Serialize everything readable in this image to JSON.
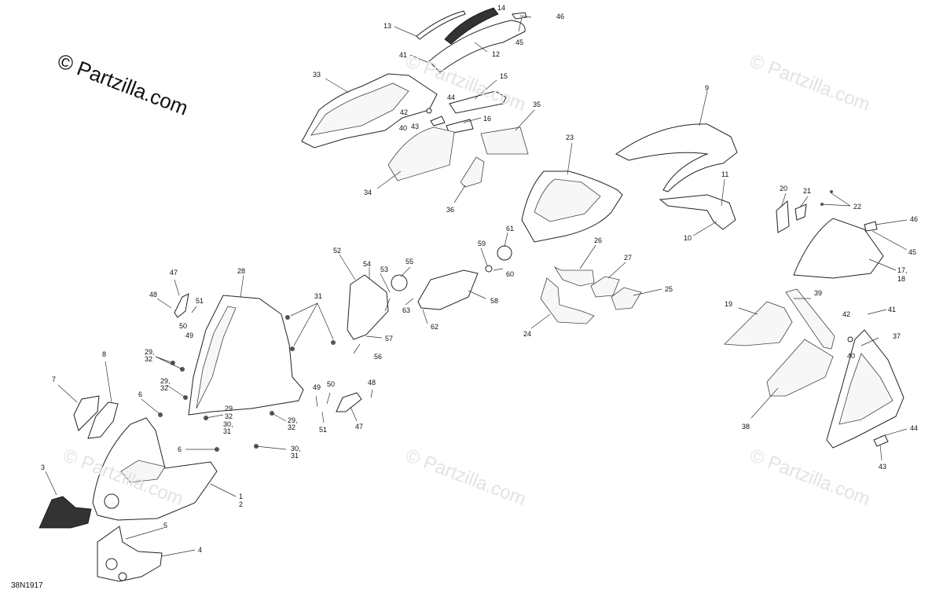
{
  "copyright": "© Partzilla.com",
  "watermark": "© Partzilla.com",
  "diagram_code": "38N1917",
  "callouts": {
    "c1": "1",
    "c2": "2",
    "c3": "3",
    "c4": "4",
    "c5": "5",
    "c6": "6",
    "c7": "7",
    "c8": "8",
    "c9": "9",
    "c10": "10",
    "c11": "11",
    "c12": "12",
    "c13": "13",
    "c14": "14",
    "c15": "15",
    "c16": "16",
    "c17": "17,",
    "c18": "18",
    "c19": "19",
    "c20": "20",
    "c21": "21",
    "c22": "22",
    "c23": "23",
    "c24": "24",
    "c25": "25",
    "c26": "26",
    "c27": "27",
    "c28": "28",
    "c29": "29,",
    "c32": "32",
    "c29b": "29,",
    "c32b": "32",
    "c29c": "29,",
    "c32c": "32",
    "c29d": "29",
    "c32d": "32",
    "c30": "30,",
    "c31": "31",
    "c30b": "30,",
    "c31b": "31",
    "c31t": "31",
    "c33": "33",
    "c34": "34",
    "c35": "35",
    "c36": "36",
    "c37": "37",
    "c38": "38",
    "c39": "39",
    "c40": "40",
    "c40b": "40",
    "c41": "41",
    "c41b": "41",
    "c42": "42",
    "c42b": "42",
    "c43": "43",
    "c43b": "43",
    "c44": "44",
    "c44b": "44",
    "c45": "45",
    "c45b": "45",
    "c46": "46",
    "c46b": "46",
    "c47": "47",
    "c47b": "47",
    "c48": "48",
    "c48b": "48",
    "c49": "49",
    "c49b": "49",
    "c50": "50",
    "c50b": "50",
    "c51": "51",
    "c51b": "51",
    "c52": "52",
    "c53": "53",
    "c54": "54",
    "c55": "55",
    "c56": "56",
    "c57": "57",
    "c58": "58",
    "c59": "59",
    "c60": "60",
    "c61": "61",
    "c62": "62",
    "c63": "63"
  }
}
